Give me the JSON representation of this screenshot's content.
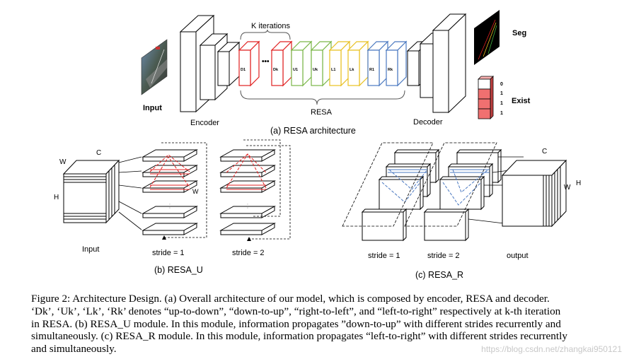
{
  "colors": {
    "red": "#e02020",
    "green": "#7ab648",
    "yellow": "#e8c020",
    "blue": "#4a78c0",
    "exist_fill": "#f07070"
  },
  "panel_a": {
    "input_label": "Input",
    "encoder_label": "Encoder",
    "decoder_label": "Decoder",
    "k_iterations_label": "K iterations",
    "resa_label": "RESA",
    "seg_label": "Seg",
    "exist_label": "Exist",
    "exist_values": [
      "0",
      "1",
      "1",
      "1"
    ],
    "ellipsis": "•••",
    "blocks": [
      {
        "label": "D1",
        "color": "red"
      },
      {
        "label": "Dk",
        "color": "red"
      },
      {
        "label": "U1",
        "color": "green"
      },
      {
        "label": "Uk",
        "color": "green"
      },
      {
        "label": "L1",
        "color": "yellow"
      },
      {
        "label": "Lk",
        "color": "yellow"
      },
      {
        "label": "R1",
        "color": "blue"
      },
      {
        "label": "Rk",
        "color": "blue"
      }
    ],
    "caption": "(a) RESA architecture"
  },
  "panel_b": {
    "dim_c": "C",
    "dim_w": "W",
    "dim_h": "H",
    "dim_w_small": "W",
    "input_label": "Input",
    "stride1_label": "stride = 1",
    "stride2_label": "stride = 2",
    "caption": "(b) RESA_U"
  },
  "panel_c": {
    "dim_c": "C",
    "dim_w": "W",
    "dim_h": "H",
    "stride1_label": "stride = 1",
    "stride2_label": "stride = 2",
    "output_label": "output",
    "caption": "(c) RESA_R"
  },
  "figure_caption": {
    "line1": "Figure 2: Architecture Design. (a) Overall architecture of our model, which is composed by encoder, RESA and decoder.",
    "line2": "‘Dk’, ‘Uk’, ‘Lk’, ‘Rk’ denotes “up-to-down”, “down-to-up”, “right-to-left”, and “left-to-right” respectively at k-th iteration",
    "line3": "in RESA. (b) RESA_U module. In this module, information propagates ”down-to-up” with different strides recurrently and",
    "line4": "simultaneously. (c) RESA_R module. In this module, information propagates “left-to-right” with different strides recurrently",
    "line5": "and simultaneously."
  },
  "watermark": "https://blog.csdn.net/zhangkai950121"
}
